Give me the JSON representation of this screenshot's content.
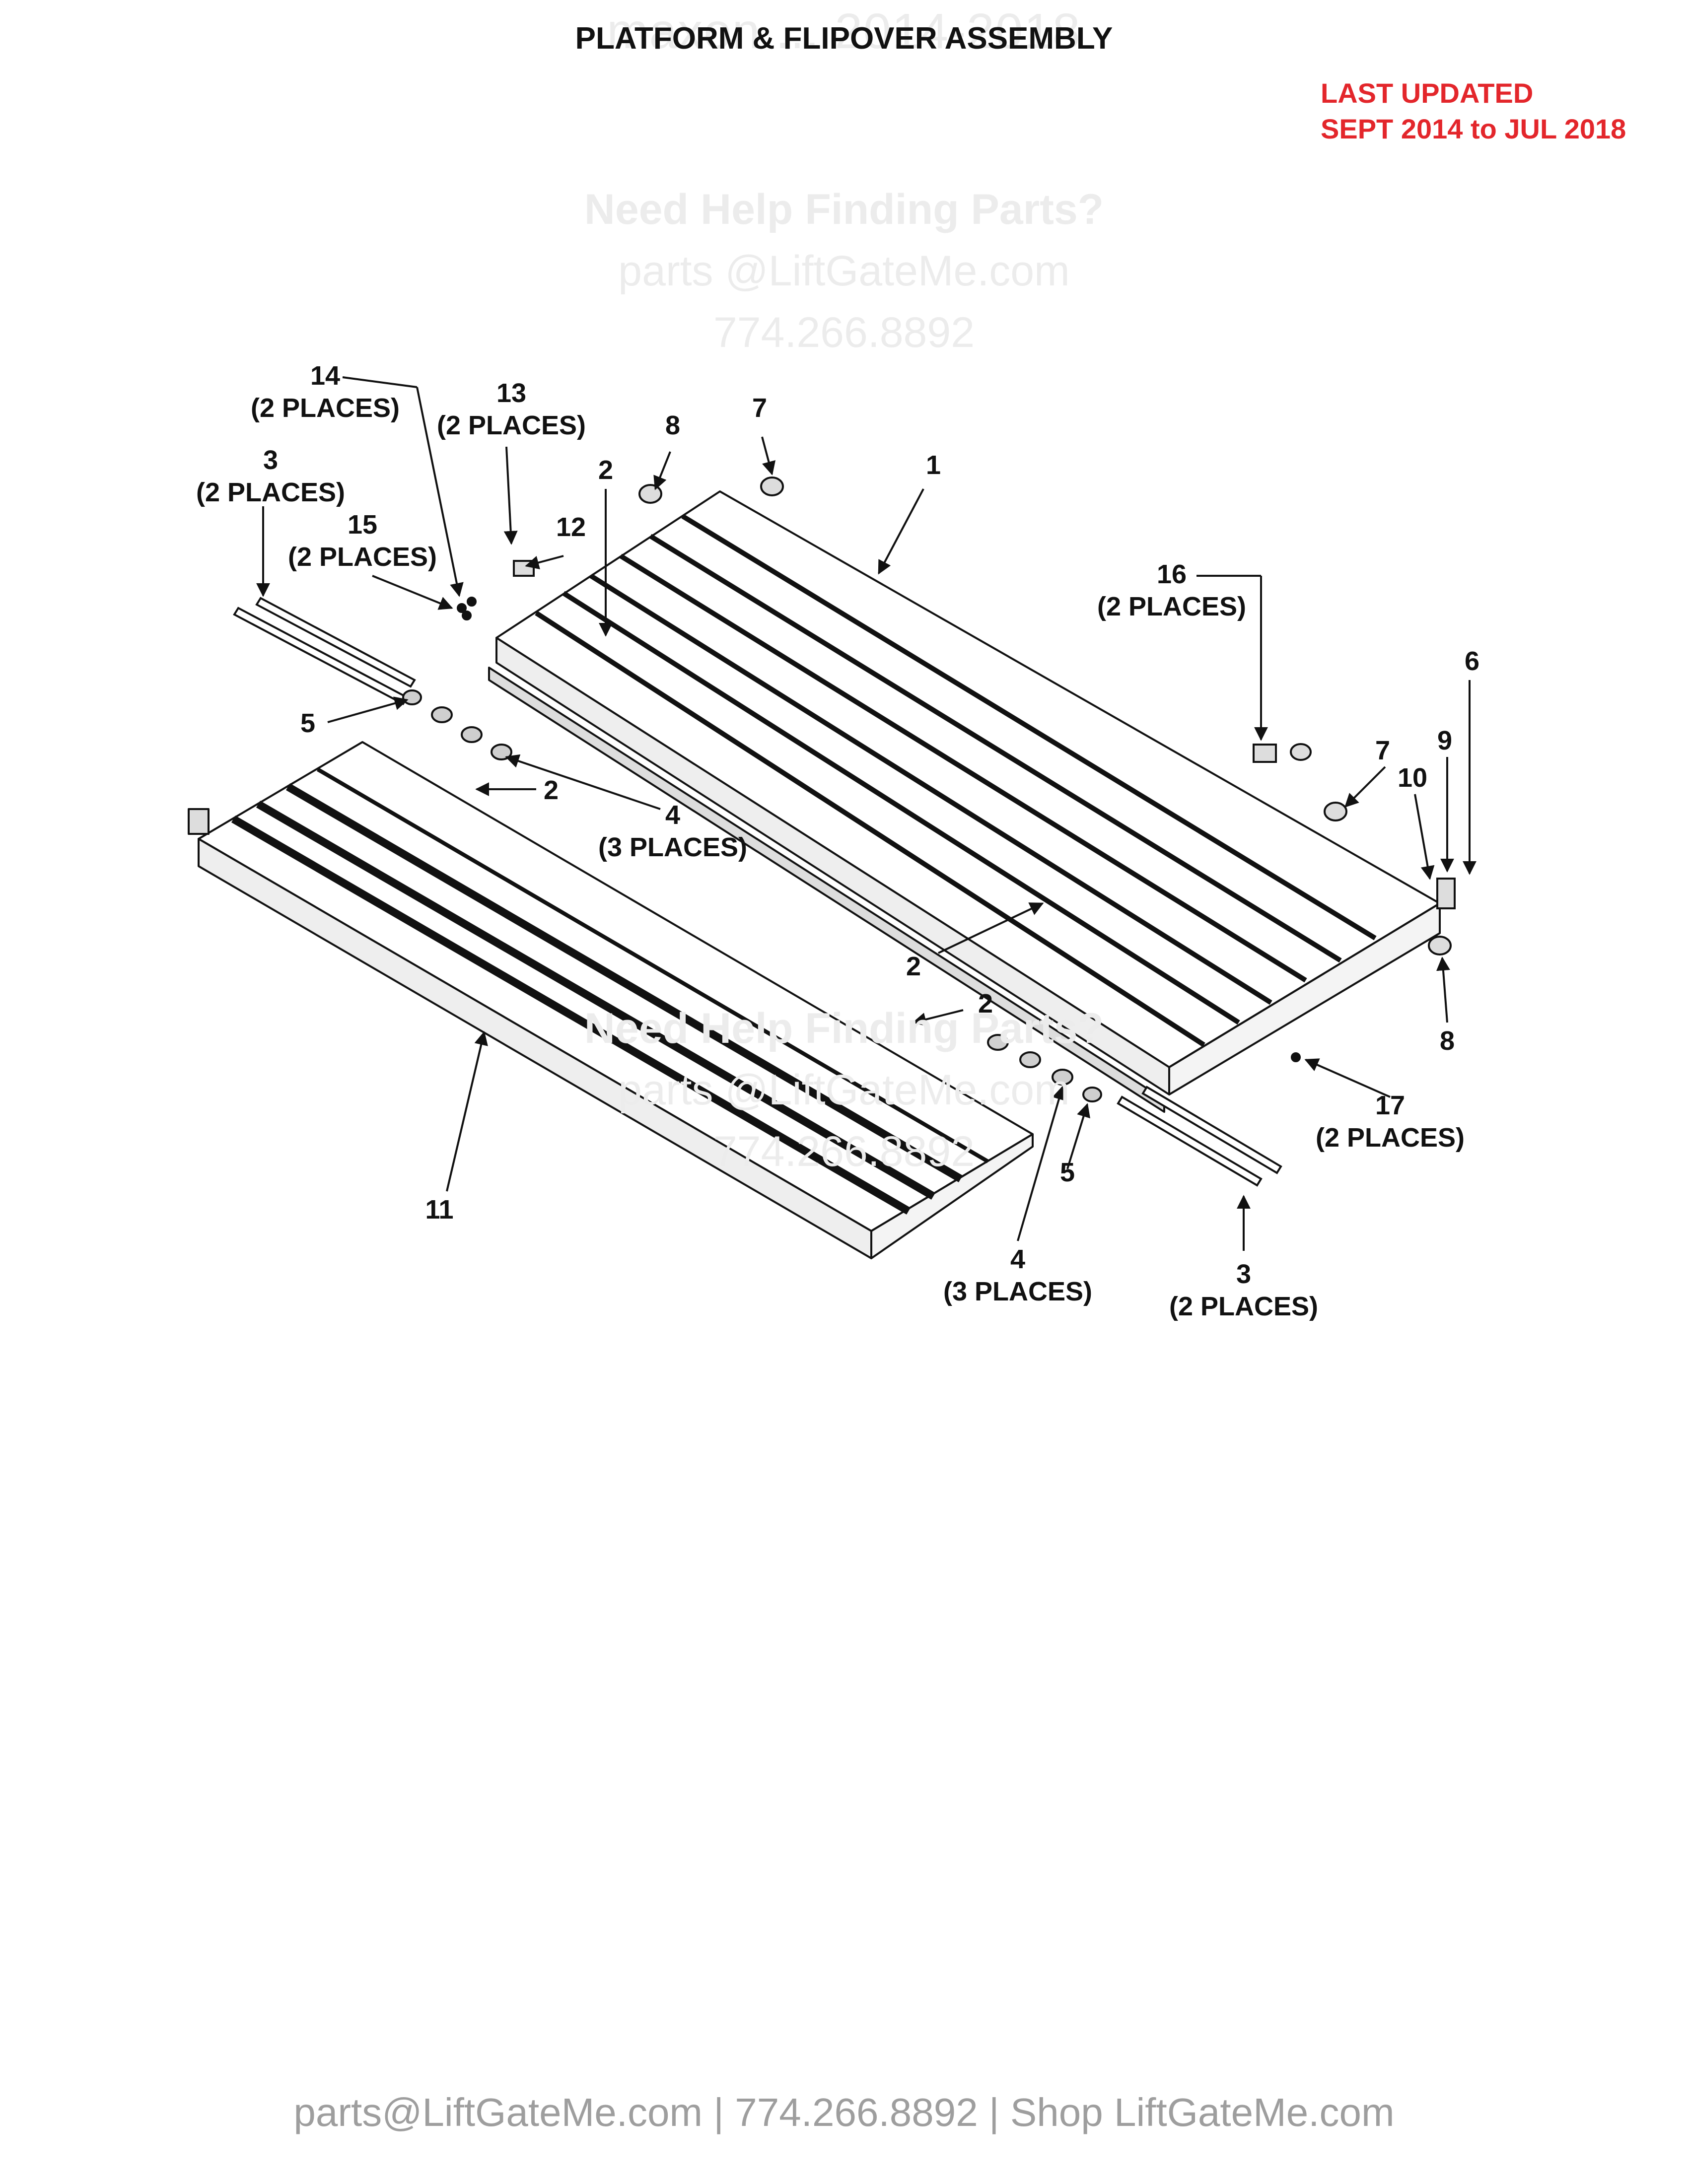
{
  "watermark_top": "maxon ... 2014-2018",
  "title": "PLATFORM & FLIPOVER ASSEMBLY",
  "last_updated": {
    "line1": "LAST UPDATED",
    "line2": "SEPT 2014 to JUL 2018",
    "color": "#e3262b"
  },
  "help_watermark": {
    "line1": "Need Help Finding Parts?",
    "line2": "parts @LiftGateMe.com",
    "line3": "774.266.8892"
  },
  "callouts": {
    "c1": "1",
    "c2a": "2",
    "c2b": "2",
    "c2c": "2",
    "c2d": "2",
    "c3a": "3",
    "c3a_q": "(2 PLACES)",
    "c3b": "3",
    "c3b_q": "(2 PLACES)",
    "c4a": "4",
    "c4a_q": "(3 PLACES)",
    "c4b": "4",
    "c4b_q": "(3 PLACES)",
    "c5a": "5",
    "c5b": "5",
    "c6": "6",
    "c7a": "7",
    "c7b": "7",
    "c8a": "8",
    "c8b": "8",
    "c9": "9",
    "c10": "10",
    "c11": "11",
    "c12": "12",
    "c13": "13",
    "c13_q": "(2 PLACES)",
    "c14": "14",
    "c14_q": "(2 PLACES)",
    "c15": "15",
    "c15_q": "(2 PLACES)",
    "c16": "16",
    "c16_q": "(2 PLACES)",
    "c17": "17",
    "c17_q": "(2 PLACES)"
  },
  "footer": "parts@LiftGateMe.com | 774.266.8892 | Shop LiftGateMe.com"
}
